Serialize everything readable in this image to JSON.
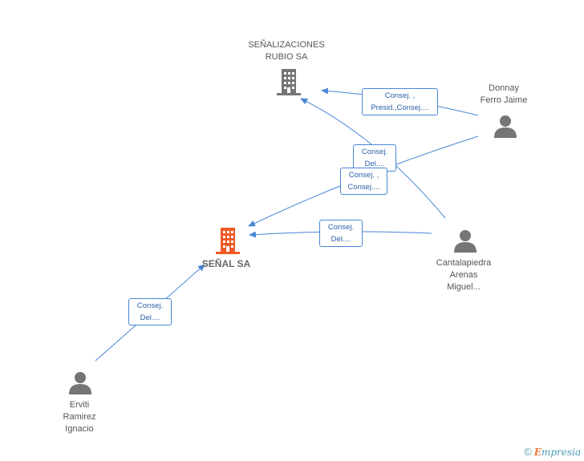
{
  "colors": {
    "edge": "#4a86d8",
    "person_icon": "#757575",
    "building_gray": "#757575",
    "building_main": "#f05a28",
    "edge_label_text": "#2a5fa8"
  },
  "nodes": {
    "senalizaciones": {
      "lines": [
        "SEÑALIZACIONES",
        "RUBIO SA"
      ],
      "icon": "building-icon"
    },
    "senal": {
      "label": "SEÑAL SA",
      "icon": "building-icon"
    },
    "donnay": {
      "lines": [
        "Donnay",
        "Ferro Jaime"
      ],
      "icon": "person-icon"
    },
    "cantalapiedra": {
      "lines": [
        "Cantalapiedra",
        "Arenas",
        "Miguel..."
      ],
      "icon": "person-icon"
    },
    "erviti": {
      "lines": [
        "Erviti",
        "Ramirez",
        "Ignacio"
      ],
      "icon": "person-icon"
    }
  },
  "edge_labels": {
    "donnay_senalizaciones": [
      "Consej. ,",
      "Presid.,Consej...."
    ],
    "cantalapiedra_senalizaciones": [
      "Consej.",
      "Del...."
    ],
    "donnay_senal": [
      "Consej. ,",
      "Consej...."
    ],
    "cantalapiedra_senal": [
      "Consej.",
      "Del...."
    ],
    "erviti_senal": [
      "Consej.",
      "Del...."
    ]
  },
  "watermark": {
    "copyright": "©",
    "brand_first": "E",
    "brand_rest": "mpresia"
  }
}
